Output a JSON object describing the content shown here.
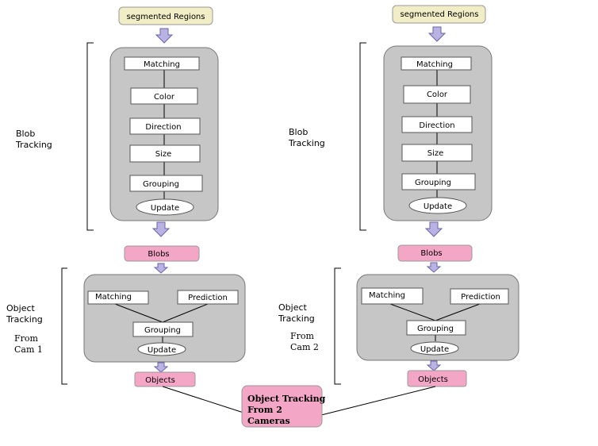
{
  "left": {
    "top_label": "segmented Regions",
    "blob_side_label": [
      "Blob",
      "Tracking"
    ],
    "blob_steps": [
      "Matching",
      "Color",
      "Direction",
      "Size",
      "Grouping"
    ],
    "blob_update": "Update",
    "blobs_label": "Blobs",
    "object_side_label": [
      "Object",
      "Tracking",
      "From",
      "Cam 1"
    ],
    "obj_matching": "Matching",
    "obj_prediction": "Prediction",
    "obj_grouping": "Grouping",
    "obj_update": "Update",
    "objects_label": "Objects"
  },
  "right": {
    "top_label": "segmented Regions",
    "blob_side_label": [
      "Blob",
      "Tracking"
    ],
    "blob_steps": [
      "Matching",
      "Color",
      "Direction",
      "Size",
      "Grouping"
    ],
    "blob_update": "Update",
    "blobs_label": "Blobs",
    "object_side_label": [
      "Object",
      "Tracking",
      "From",
      "Cam 2"
    ],
    "obj_matching": "Matching",
    "obj_prediction": "Prediction",
    "obj_grouping": "Grouping",
    "obj_update": "Update",
    "objects_label": "Objects"
  },
  "final_label": [
    "Object Tracking",
    "From  2",
    "Cameras"
  ],
  "colors": {
    "yellow_box": "#f1edc6",
    "pink_box": "#f4a6c6",
    "gray_panel": "#c6c6c6",
    "arrow_fill": "#b9b3e3"
  }
}
